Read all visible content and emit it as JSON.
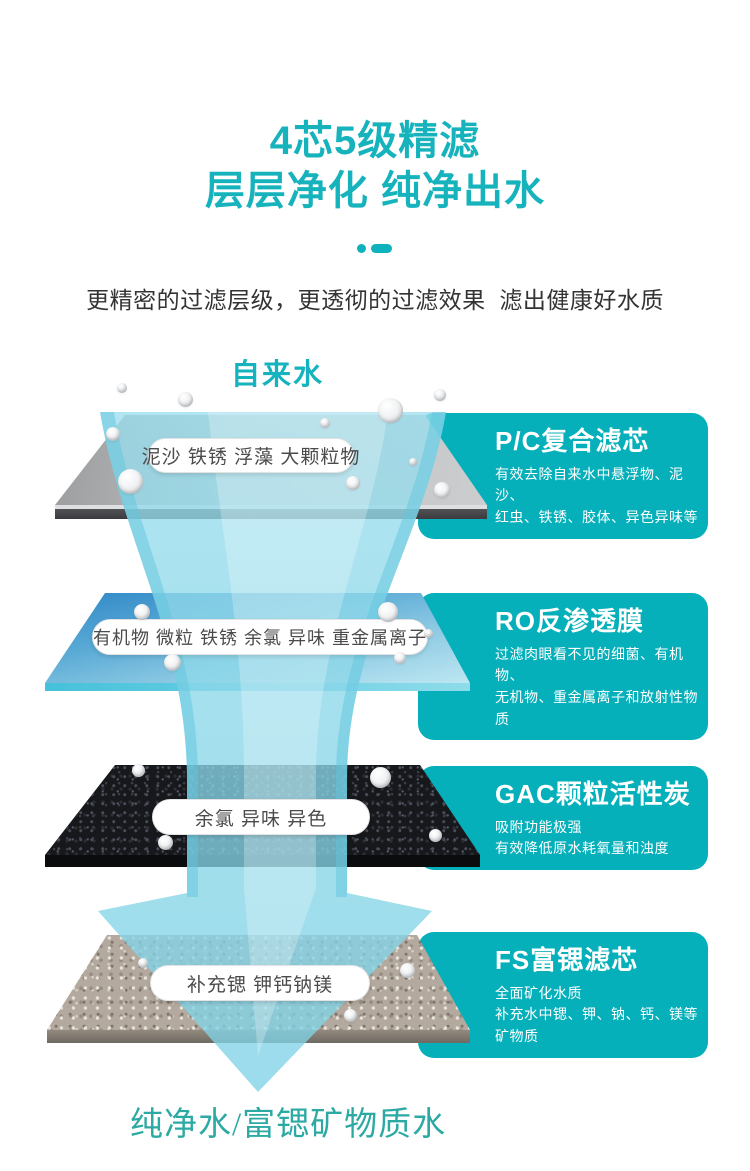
{
  "header": {
    "title_line1": "4芯5级精滤",
    "title_line2": "层层净化 纯净出水",
    "subtitle": "更精密的过滤层级，更透彻的过滤效果  滤出健康好水质"
  },
  "flow": {
    "input_label": "自来水",
    "output_label": "纯净水/富锶矿物质水"
  },
  "stages": [
    {
      "removes": "泥沙 铁锈 浮藻 大颗粒物",
      "name": "P/C复合滤芯",
      "description": "有效去除自来水中悬浮物、泥沙、\n红虫、铁锈、胶体、异色异味等"
    },
    {
      "removes": "有机物 微粒 铁锈 余氯 异味 重金属离子",
      "name": "RO反渗透膜",
      "description": "过滤肉眼看不见的细菌、有机物、\n无机物、重金属离子和放射性物质"
    },
    {
      "removes": "余氯 异味 异色",
      "name": "GAC颗粒活性炭",
      "description": "吸附功能极强\n有效降低原水耗氧量和浊度"
    },
    {
      "removes": "补充锶 钾钙钠镁",
      "name": "FS富锶滤芯",
      "description": "全面矿化水质\n补充水中锶、钾、钠、钙、镁等\n矿物质"
    }
  ],
  "colors": {
    "accent_teal": "#06b0ba",
    "title_teal": "#16b3bd",
    "stream_blue": "#8ed9ea",
    "output_text_teal": "#2ca9a3"
  }
}
